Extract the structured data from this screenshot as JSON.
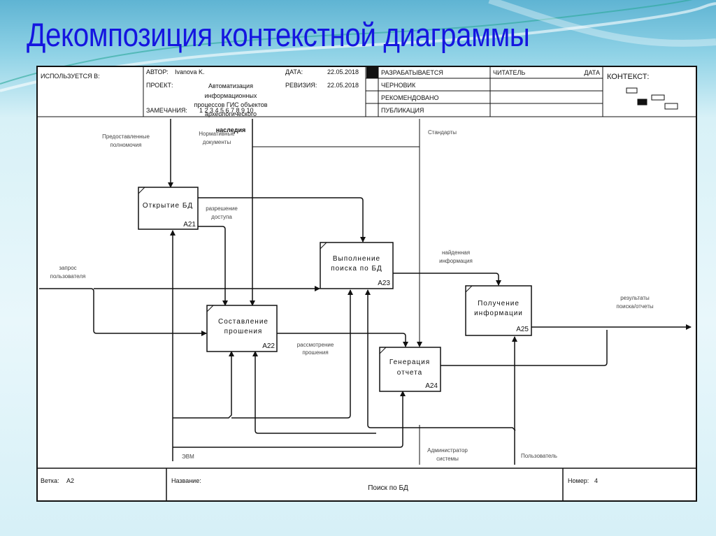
{
  "slide": {
    "title": "Декомпозиция контекстной диаграммы"
  },
  "header": {
    "used_in_label": "ИСПОЛЬЗУЕТСЯ В:",
    "author_label": "АВТОР:",
    "author_value": "Ivanova K.",
    "project_label": "ПРОЕКТ:",
    "project_value_lines": [
      "Автоматизация",
      "информационных",
      "процессов ГИС объектов",
      "археологического",
      "наследия"
    ],
    "date_label": "ДАТА:",
    "date_value": "22.05.2018",
    "revision_label": "РЕВИЗИЯ:",
    "revision_value": "22.05.2018",
    "notes_label": "ЗАМЕЧАНИЯ:",
    "notes_value": "1 2 3 4 5 6 7 8 9 10",
    "status_rows": [
      {
        "label": "РАЗРАБАТЫВАЕТСЯ",
        "checked": true
      },
      {
        "label": "ЧЕРНОВИК",
        "checked": false
      },
      {
        "label": "РЕКОМЕНДОВАНО",
        "checked": false
      },
      {
        "label": "ПУБЛИКАЦИЯ",
        "checked": false
      }
    ],
    "reader_label": "ЧИТАТЕЛЬ",
    "reader_date_label": "ДАТА",
    "context_label": "КОНТЕКСТ:"
  },
  "diagram": {
    "boxes": [
      {
        "id": "A21",
        "title_lines": [
          "Открытие БД"
        ]
      },
      {
        "id": "A22",
        "title_lines": [
          "Составление",
          "прошения"
        ]
      },
      {
        "id": "A23",
        "title_lines": [
          "Выполнение",
          "поиска по БД"
        ]
      },
      {
        "id": "A24",
        "title_lines": [
          "Генерация",
          "отчета"
        ]
      },
      {
        "id": "A25",
        "title_lines": [
          "Получение",
          "информации"
        ]
      }
    ],
    "arrow_labels": {
      "granted_powers": [
        "Предоставленные",
        "полномочия"
      ],
      "normative_docs": [
        "Нормативные",
        "документы"
      ],
      "standards": [
        "Стандарты"
      ],
      "access_permission": [
        "разрешение",
        "доступа"
      ],
      "user_request": [
        "запрос",
        "пользователя"
      ],
      "found_info": [
        "найденная",
        "информация"
      ],
      "request_review": [
        "рассмотрение",
        "прошения"
      ],
      "search_results": [
        "результаты",
        "поиска/отчеты"
      ],
      "computer": [
        "ЭВМ"
      ],
      "sys_admin": [
        "Администратор",
        "системы"
      ],
      "user": [
        "Пользователь"
      ]
    }
  },
  "footer": {
    "node_label": "Ветка:",
    "node_value": "A2",
    "name_label": "Название:",
    "name_value": "Поиск по БД",
    "number_label": "Номер:",
    "number_value": "4"
  }
}
